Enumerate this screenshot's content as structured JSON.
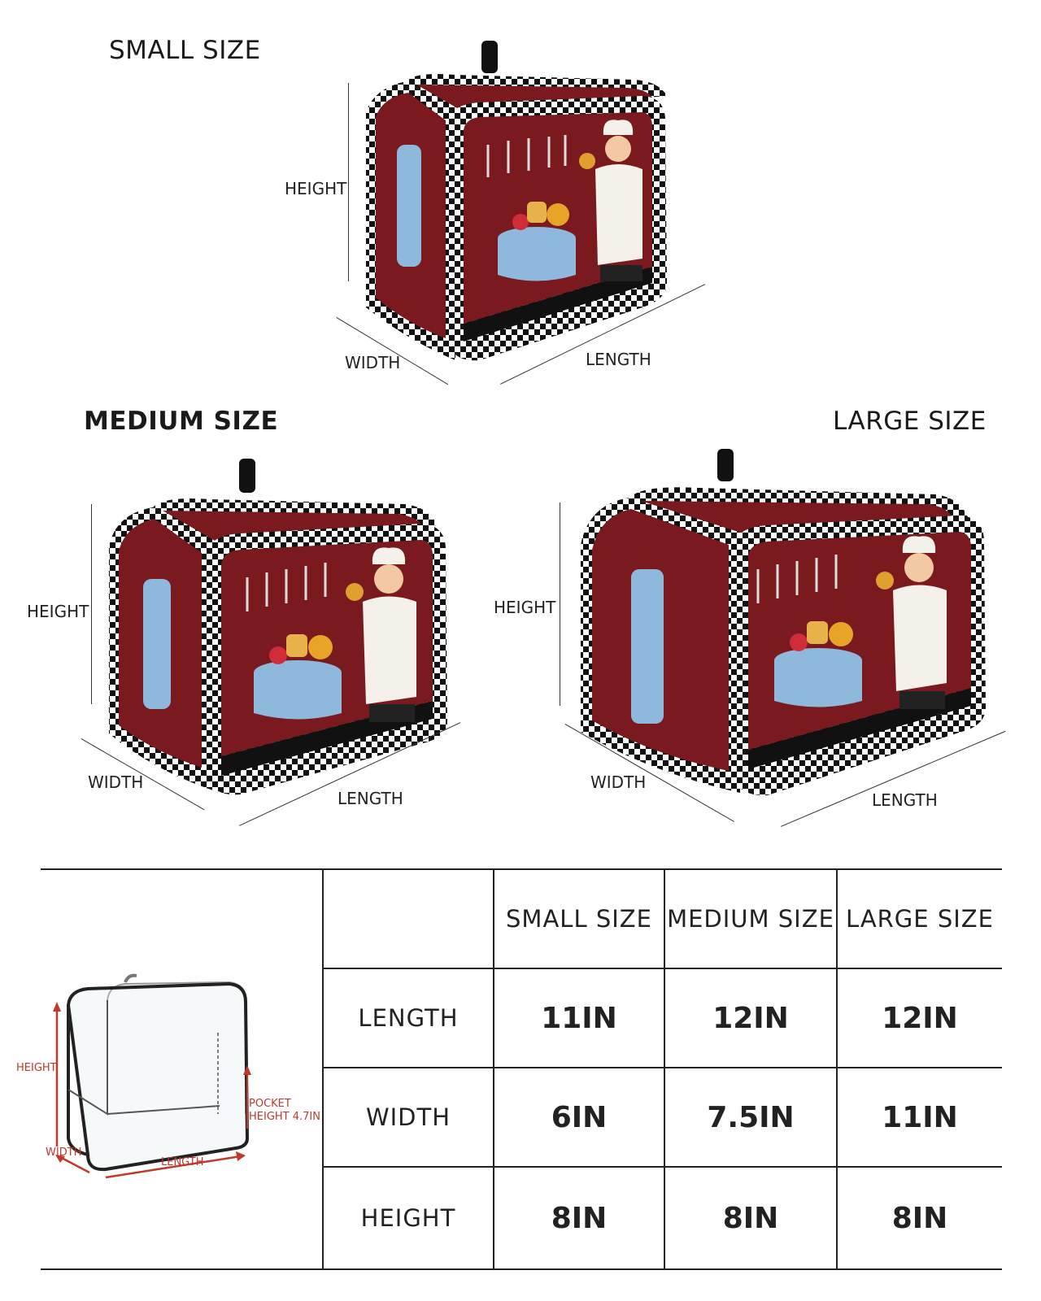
{
  "sections": {
    "small": {
      "title": "SMALL SIZE",
      "height_label": "HEIGHT",
      "width_label": "WIDTH",
      "length_label": "LENGTH"
    },
    "medium": {
      "title": "MEDIUM SIZE",
      "height_label": "HEIGHT",
      "width_label": "WIDTH",
      "length_label": "LENGTH"
    },
    "large": {
      "title": "LARGE SIZE",
      "height_label": "HEIGHT",
      "width_label": "WIDTH",
      "length_label": "LENGTH"
    }
  },
  "diagram": {
    "height_label": "HEIGHT",
    "pocket_label_line1": "POCKET",
    "pocket_label_line2": "HEIGHT 4.7IN",
    "width_label": "WIDTH",
    "length_label": "LENGTH"
  },
  "table": {
    "columns": [
      "SMALL SIZE",
      "MEDIUM SIZE",
      "LARGE SIZE"
    ],
    "rows": [
      {
        "label": "LENGTH",
        "values": [
          "11IN",
          "12IN",
          "12IN"
        ]
      },
      {
        "label": "WIDTH",
        "values": [
          "6IN",
          "7.5IN",
          "11IN"
        ]
      },
      {
        "label": "HEIGHT",
        "values": [
          "8IN",
          "8IN",
          "8IN"
        ]
      }
    ]
  },
  "colors": {
    "fabric_red": "#7a1a1e",
    "check_black": "#111111",
    "tablecloth_blue": "#8fb8dd",
    "chef_white": "#f4f1ea",
    "arrow_red": "#c0392b"
  }
}
